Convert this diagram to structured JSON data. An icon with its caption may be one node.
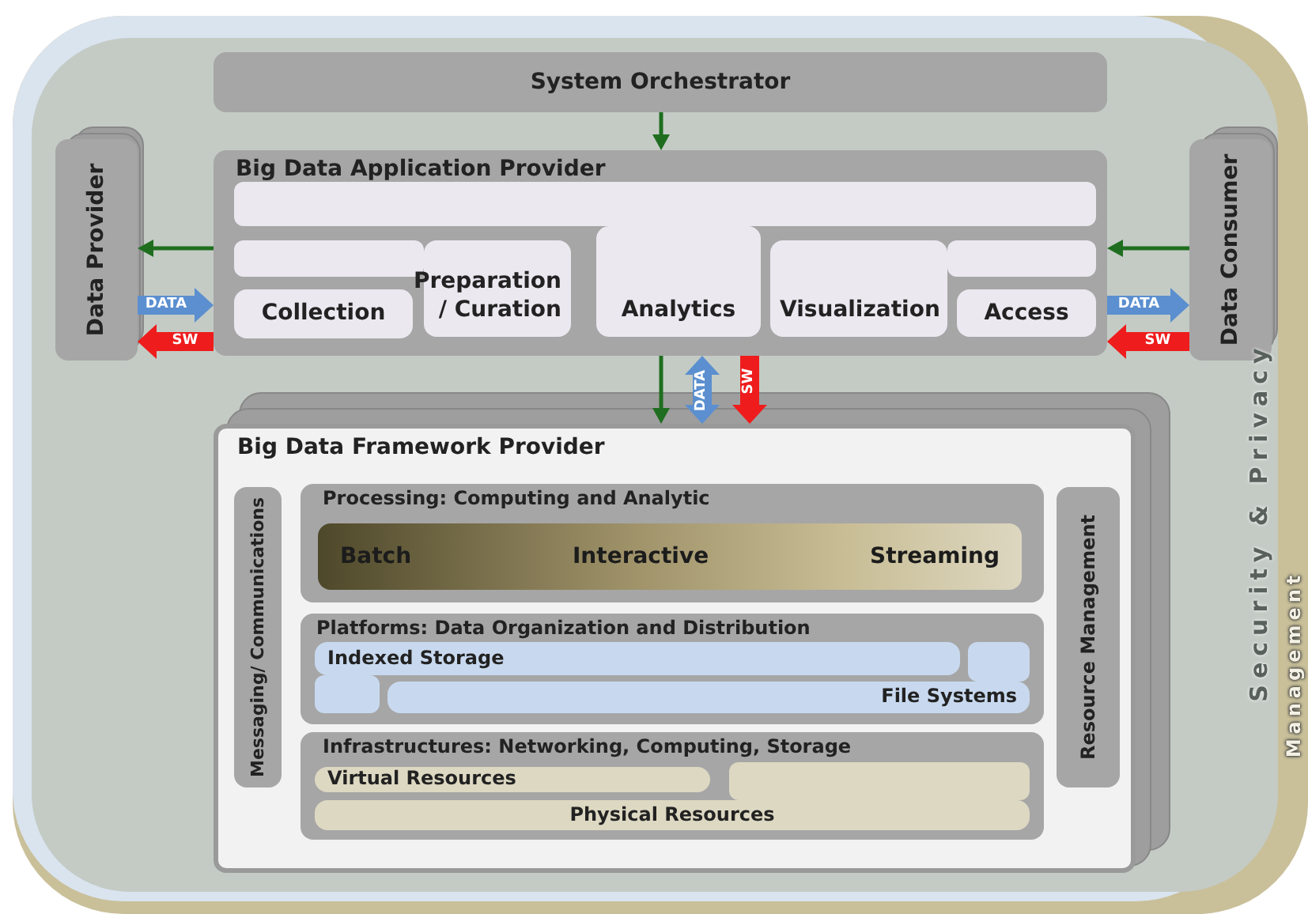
{
  "diagram": {
    "nodes": [
      {
        "text": [
          "System Orchestrator"
        ]
      },
      {
        "text": [
          "Big Data Application Provider"
        ]
      },
      {
        "text": [
          "Collection"
        ],
        "in": 1
      },
      {
        "text": [
          "Preparation / Curation"
        ],
        "in": 1
      },
      {
        "text": [
          "Analytics"
        ],
        "in": 1
      },
      {
        "text": [
          "Visualization"
        ],
        "in": 1
      },
      {
        "text": [
          "Access"
        ],
        "in": 1
      },
      {
        "text": [
          "Data Provider"
        ]
      },
      {
        "text": [
          "Data Consumer"
        ]
      },
      {
        "text": [
          "Big Data Framework Provider"
        ]
      },
      {
        "text": [
          "Messaging/ Communications"
        ],
        "in": 9
      },
      {
        "text": [
          "Processing: Computing and Analytic"
        ],
        "in": 9
      },
      {
        "text": [
          "Batch",
          "Interactive",
          "Streaming"
        ],
        "in": 11
      },
      {
        "text": [
          "Platforms: Data Organization and Distribution"
        ],
        "in": 9
      },
      {
        "text": [
          "Indexed Storage"
        ],
        "in": 13
      },
      {
        "text": [
          "File Systems"
        ],
        "in": 13
      },
      {
        "text": [
          "Infrastructures: Networking, Computing, Storage"
        ],
        "in": 9
      },
      {
        "text": [
          "Virtual Resources"
        ],
        "in": 16
      },
      {
        "text": [
          "Physical Resources"
        ],
        "in": 16
      },
      {
        "text": [
          "Resource Management"
        ],
        "in": 9
      }
    ],
    "edges": [
      {
        "from": 0,
        "to": 1,
        "arrow": "to"
      },
      {
        "from": 1,
        "to": 7,
        "arrow": "to"
      },
      {
        "from": 7,
        "to": 1,
        "arrow": "to",
        "label": "DATA",
        "color": "#5b8fcf"
      },
      {
        "from": 1,
        "to": 7,
        "arrow": "to",
        "label": "SW",
        "color": "#ee1c1c"
      },
      {
        "from": 8,
        "to": 1,
        "arrow": "to"
      },
      {
        "from": 1,
        "to": 8,
        "arrow": "to",
        "label": "DATA",
        "color": "#5b8fcf"
      },
      {
        "from": 8,
        "to": 1,
        "arrow": "to",
        "label": "SW",
        "color": "#ee1c1c"
      },
      {
        "from": 1,
        "to": 9,
        "arrow": "to"
      },
      {
        "from": 1,
        "to": 9,
        "arrow": "both",
        "label": "DATA",
        "color": "#5b8fcf"
      },
      {
        "from": 1,
        "to": 9,
        "arrow": "to",
        "label": "SW",
        "color": "#ee1c1c"
      }
    ],
    "labels": [
      "Security & Privacy",
      "Management"
    ]
  }
}
